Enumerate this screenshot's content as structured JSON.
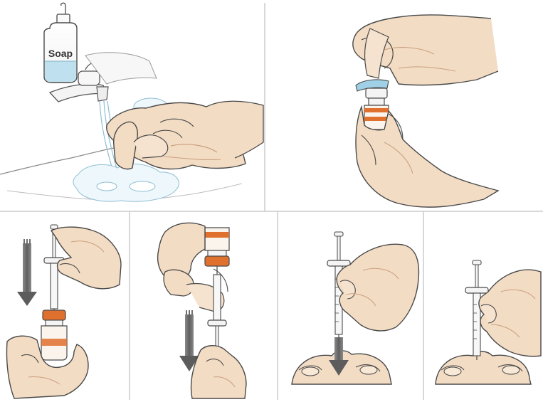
{
  "figure": {
    "panels": [
      {
        "id": "wash-hands"
      },
      {
        "id": "remove-vial-cap"
      },
      {
        "id": "insert-needle-in-vial"
      },
      {
        "id": "draw-insulin"
      },
      {
        "id": "inject-into-skin-fold"
      },
      {
        "id": "withdraw-needle"
      }
    ]
  },
  "labels": {
    "soap_bottle": "Soap"
  },
  "colors": {
    "outline": "#4a4a4a",
    "skin": "#f3dcc4",
    "skin_shade": "#e2bb98",
    "vial_cap": "#e0702e",
    "vial_cap_dark": "#b8521c",
    "vial_glass": "#fbf4ec",
    "arrow": "#6f6f6f",
    "arrow_dark": "#4f4f4f",
    "water": "#cfe7f2",
    "water_line": "#8fbfd3",
    "divider": "#cccccc",
    "syringe": "#f4f4f4"
  }
}
